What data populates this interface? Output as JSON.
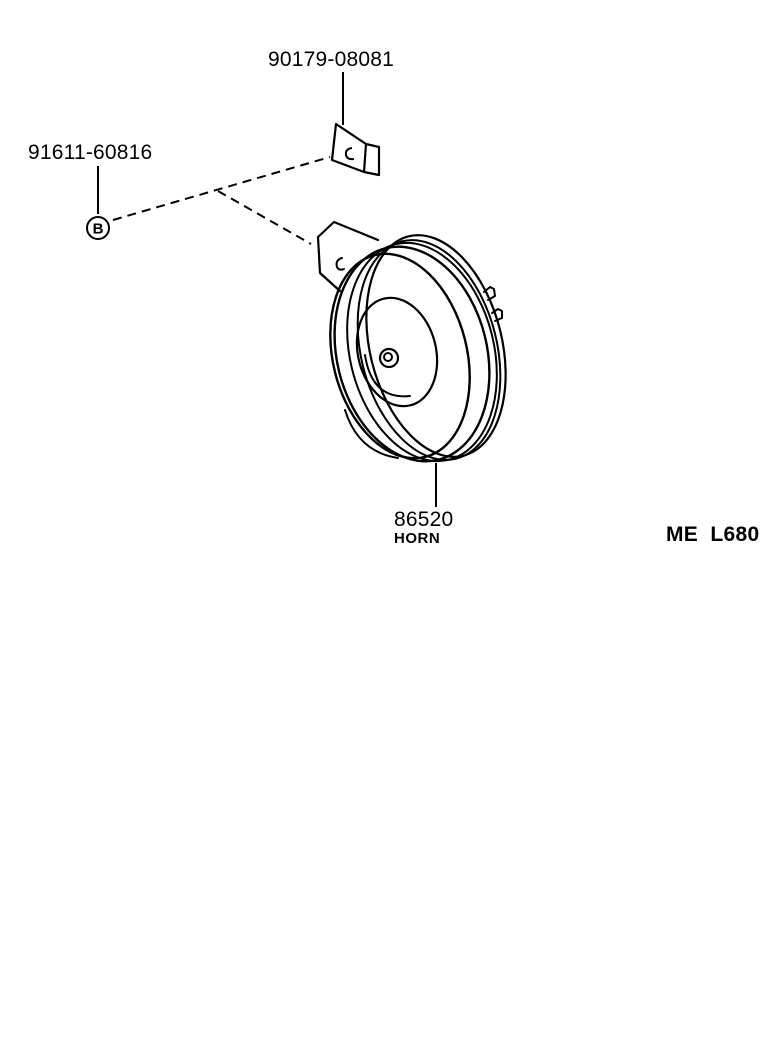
{
  "parts": {
    "bracket": {
      "part_number": "90179-08081"
    },
    "bolt": {
      "part_number": "91611-60816",
      "marker": "B"
    },
    "horn": {
      "part_number": "86520",
      "name": "HORN"
    }
  },
  "diagram_code": "ME  L680",
  "colors": {
    "ink": "#000000",
    "paper": "#ffffff"
  }
}
